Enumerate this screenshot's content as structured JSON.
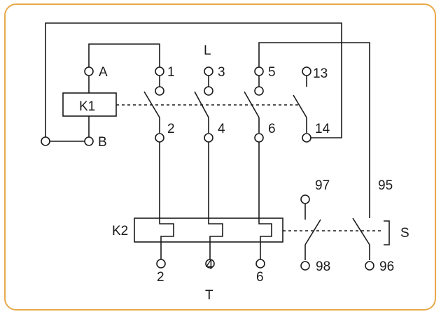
{
  "labels": {
    "line_group": "L",
    "load_group": "T",
    "coil": "K1",
    "overload": "K2",
    "coil_a": "A",
    "coil_b": "B",
    "t1": "1",
    "t3": "3",
    "t5": "5",
    "t2": "2",
    "t4": "4",
    "t6": "6",
    "t13": "13",
    "t14": "14",
    "t97": "97",
    "t98": "98",
    "t95": "95",
    "t96": "96",
    "out2": "2",
    "out4": "4",
    "out6": "6",
    "s": "S"
  }
}
